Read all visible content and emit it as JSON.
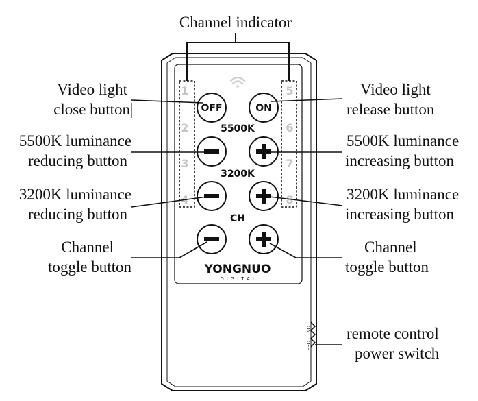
{
  "callouts": {
    "channel_indicator": "Channel indicator",
    "left": [
      {
        "line1": "Video light",
        "line2": "close button"
      },
      {
        "line1": "5500K luminance",
        "line2": "reducing button"
      },
      {
        "line1": "3200K luminance",
        "line2": "reducing button"
      },
      {
        "line1": "Channel",
        "line2": "toggle button"
      }
    ],
    "right": [
      {
        "line1": "Video light",
        "line2": "release button"
      },
      {
        "line1": "5500K luminance",
        "line2": "increasing button"
      },
      {
        "line1": "3200K luminance",
        "line2": "increasing button"
      },
      {
        "line1": "Channel",
        "line2": "toggle button"
      }
    ],
    "power_switch": {
      "line1": "remote control",
      "line2": "power switch"
    }
  },
  "remote": {
    "buttons": {
      "off": "OFF",
      "on": "ON",
      "minus": "−",
      "plus": "+"
    },
    "panel_labels": {
      "k5500": "5500K",
      "k3200": "3200K",
      "ch": "CH"
    },
    "channel_numbers_left": [
      "1",
      "2",
      "3",
      "4"
    ],
    "channel_numbers_right": [
      "5",
      "6",
      "7",
      "8"
    ],
    "brand": "YONGNUO",
    "brand_sub": "DIGITAL",
    "switch_on": "ON",
    "switch_off": "OFF"
  },
  "icons": {
    "signal": "wireless-signal-icon"
  }
}
